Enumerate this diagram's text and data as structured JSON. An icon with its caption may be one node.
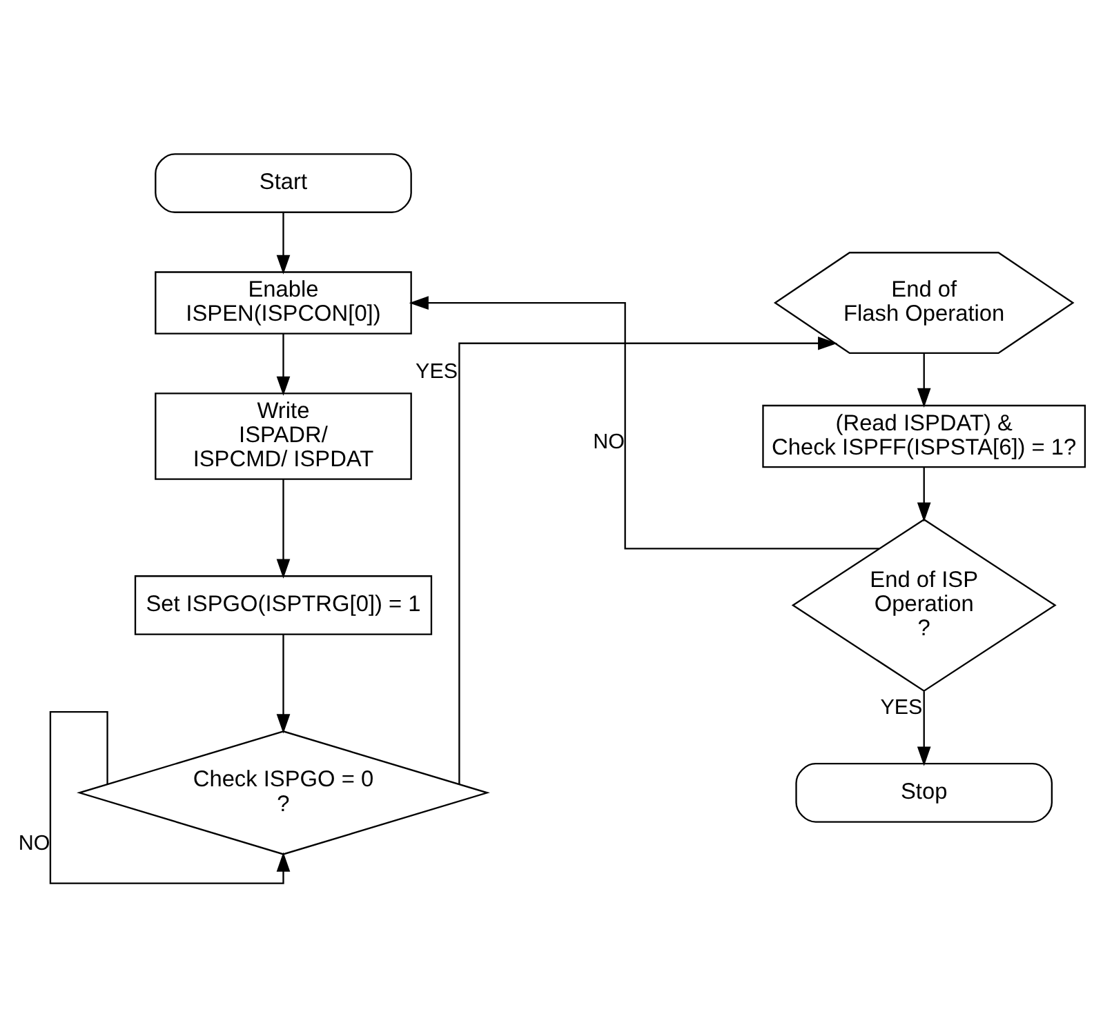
{
  "diagram": {
    "nodes": [
      {
        "text": [
          "Start"
        ]
      },
      {
        "text": [
          "Enable ISPEN(ISPCON[0])"
        ]
      },
      {
        "text": [
          "Write ISPADR/ ISPCMD/ ISPDAT"
        ]
      },
      {
        "text": [
          "Set ISPGO(ISPTRG[0]) = 1"
        ]
      },
      {
        "text": [
          "Check ISPGO = 0 ?"
        ]
      },
      {
        "text": [
          "End of Flash Operation"
        ]
      },
      {
        "text": [
          "(Read ISPDAT) & Check ISPFF(ISPSTA[6]) = 1?"
        ]
      },
      {
        "text": [
          "End of ISP Operation ?"
        ]
      },
      {
        "text": [
          "Stop"
        ]
      }
    ],
    "edges": [
      {
        "from": 0,
        "to": 1,
        "arrow": "to"
      },
      {
        "from": 1,
        "to": 2,
        "arrow": "to"
      },
      {
        "from": 2,
        "to": 3,
        "arrow": "to"
      },
      {
        "from": 3,
        "to": 4,
        "arrow": "to"
      },
      {
        "from": 4,
        "to": 4,
        "label": "NO",
        "arrow": "to"
      },
      {
        "from": 4,
        "to": 5,
        "label": "YES",
        "arrow": "to"
      },
      {
        "from": 5,
        "to": 6,
        "arrow": "to"
      },
      {
        "from": 6,
        "to": 7,
        "arrow": "to"
      },
      {
        "from": 7,
        "to": 8,
        "label": "YES",
        "arrow": "to"
      },
      {
        "from": 7,
        "to": 1,
        "label": "NO",
        "arrow": "to"
      }
    ]
  }
}
